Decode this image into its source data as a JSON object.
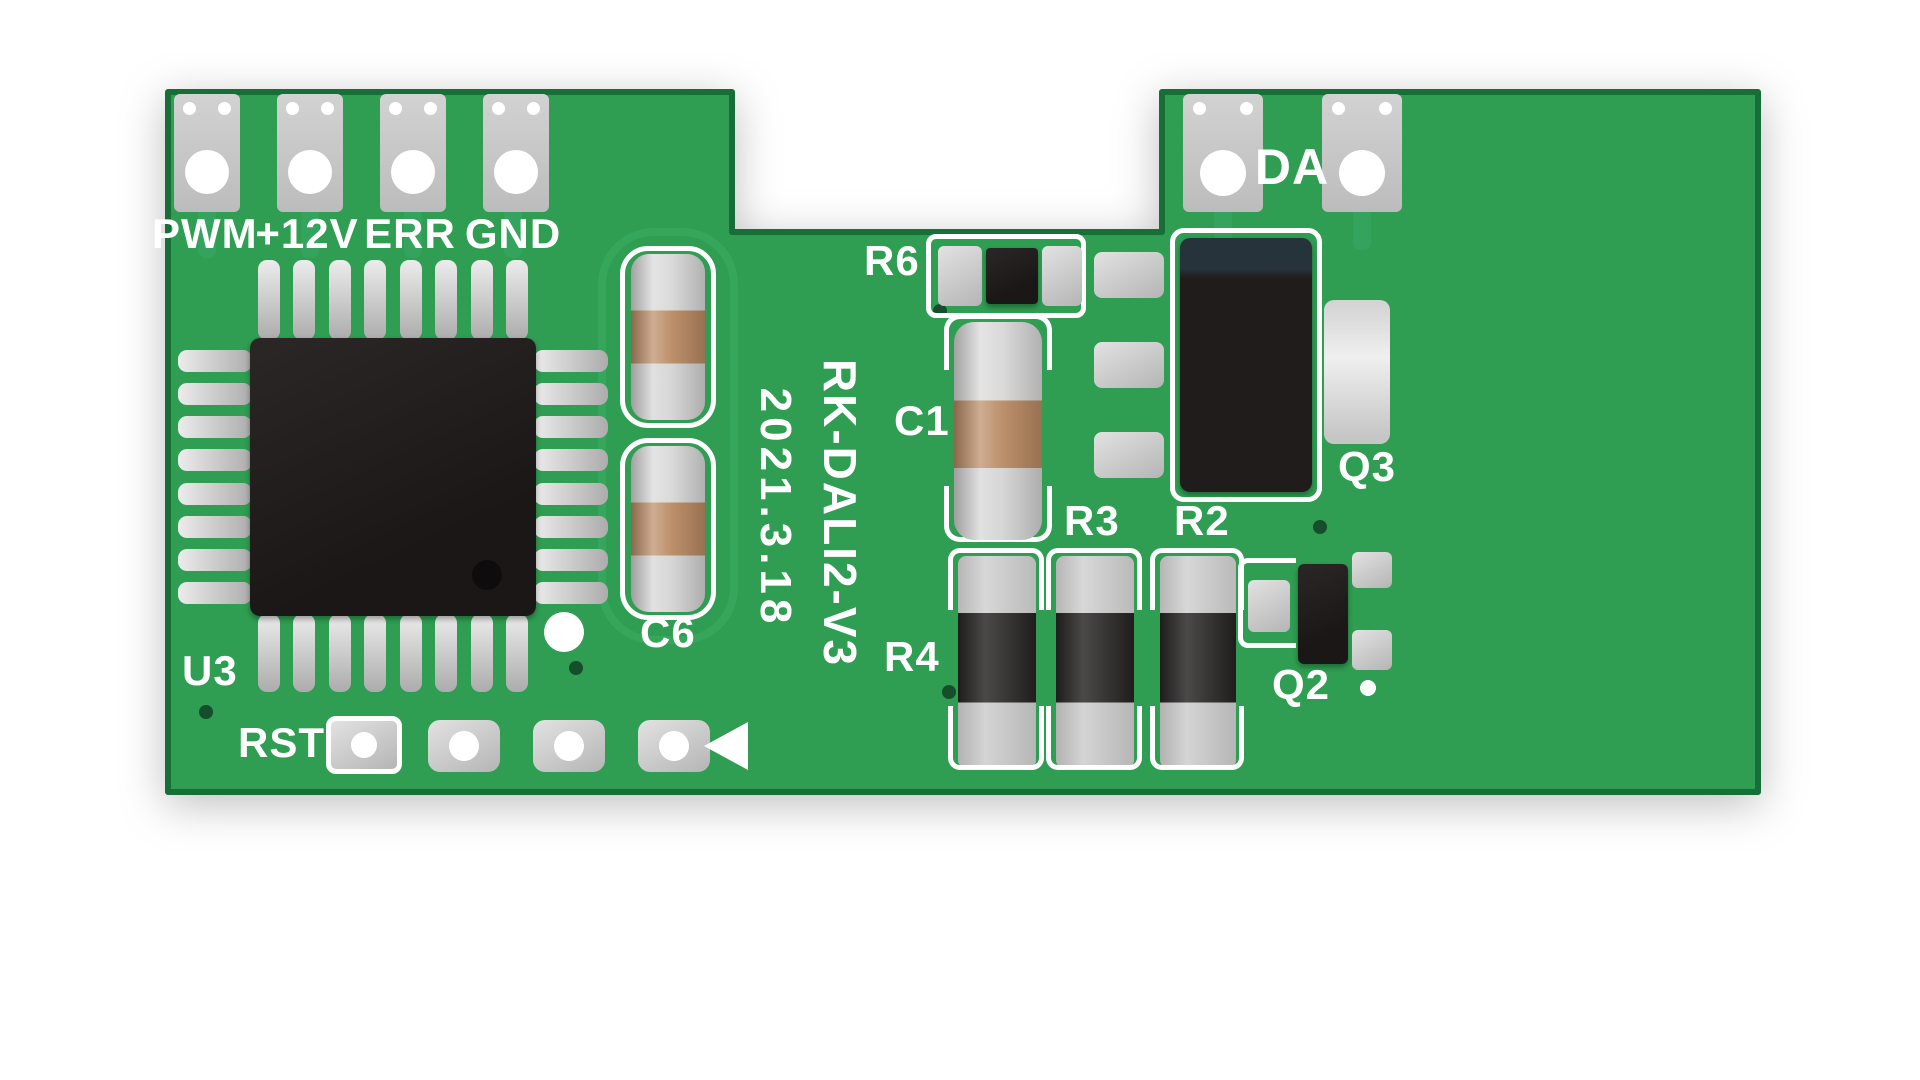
{
  "type": "pcb-photo",
  "board": {
    "model": "RK-DALI2-V3",
    "date": "2021.3.18"
  },
  "connectors": {
    "left": [
      {
        "label": "PWM"
      },
      {
        "label": "+12V"
      },
      {
        "label": "ERR"
      },
      {
        "label": "GND"
      }
    ],
    "right": {
      "label": "DA"
    }
  },
  "components": {
    "u3": {
      "label": "U3",
      "type": "ic"
    },
    "c6": {
      "label": "C6",
      "type": "capacitor"
    },
    "c1": {
      "label": "C1",
      "type": "capacitor"
    },
    "r6": {
      "label": "R6",
      "type": "resistor"
    },
    "r4": {
      "label": "R4",
      "type": "resistor"
    },
    "r3": {
      "label": "R3",
      "type": "resistor"
    },
    "r2": {
      "label": "R2",
      "type": "resistor"
    },
    "q3": {
      "label": "Q3",
      "type": "transistor"
    },
    "q2": {
      "label": "Q2",
      "type": "transistor"
    },
    "rst": {
      "label": "RST",
      "type": "test-pads"
    }
  },
  "colors": {
    "board-green": "#2f9e52",
    "board-edge": "#166f36",
    "silkscreen": "#ffffff",
    "pad-gray": "#c9c9c9",
    "ic-black": "#211d1c",
    "cap-band": "#b98a63",
    "via-dark": "#164d2a"
  }
}
